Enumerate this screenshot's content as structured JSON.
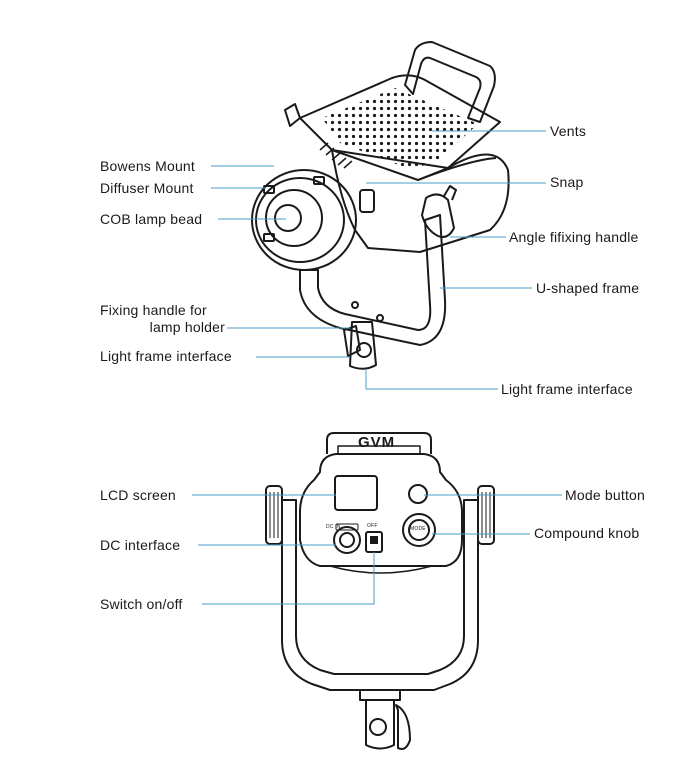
{
  "brand": "GVM",
  "top_view": {
    "labels": {
      "vents": "Vents",
      "bowens_mount": "Bowens Mount",
      "snap": "Snap",
      "diffuser_mount": "Diffuser Mount",
      "cob_lamp_bead": "COB lamp bead",
      "angle_handle": "Angle fifixing handle",
      "u_frame": "U-shaped frame",
      "fixing_handle_line1": "Fixing handle for",
      "fixing_handle_line2": "lamp holder",
      "light_frame_left": "Light frame interface",
      "light_frame_right": "Light frame interface"
    }
  },
  "back_view": {
    "labels": {
      "lcd_screen": "LCD screen",
      "mode_button": "Mode button",
      "compound_knob": "Compound knob",
      "dc_interface": "DC interface",
      "switch": "Switch on/off"
    },
    "panel_text": {
      "dc_in": "DC IN",
      "off": "OFF",
      "mode": "MODE"
    }
  },
  "colors": {
    "line": "#1a1a1a",
    "leader": "#4a9cc9"
  }
}
